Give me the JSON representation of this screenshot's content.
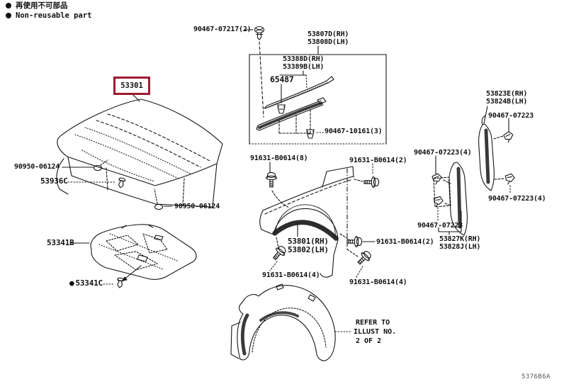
{
  "legend": {
    "jp_label": "再使用不可部品",
    "en_label": "Non-reusable part"
  },
  "diagram": {
    "highlighted_part": "53301",
    "highlight_color": "#9e1b32",
    "footer_code": "5376B6A",
    "note_lines": [
      "REFER TO",
      "ILLUST NO.",
      "2 OF 2"
    ],
    "labels": [
      "90467-07217(2)",
      "53807D(RH)",
      "53808D(LH)",
      "53388D(RH)",
      "53389B(LH)",
      "65487",
      "90467-10161(3)",
      "90950-06124",
      "53936C",
      "90950-06124",
      "53341B",
      "53341C",
      "91631-B0614(8)",
      "91631-B0614(2)",
      "53801(RH)",
      "53802(LH)",
      "91631-B0614(2)",
      "91631-B0614(4)",
      "91631-B0614(4)",
      "90467-07223(4)",
      "53823E(RH)",
      "53824B(LH)",
      "90467-07223",
      "90467-07223(4)",
      "90467-07223",
      "53827K(RH)",
      "53828J(LH)"
    ]
  }
}
